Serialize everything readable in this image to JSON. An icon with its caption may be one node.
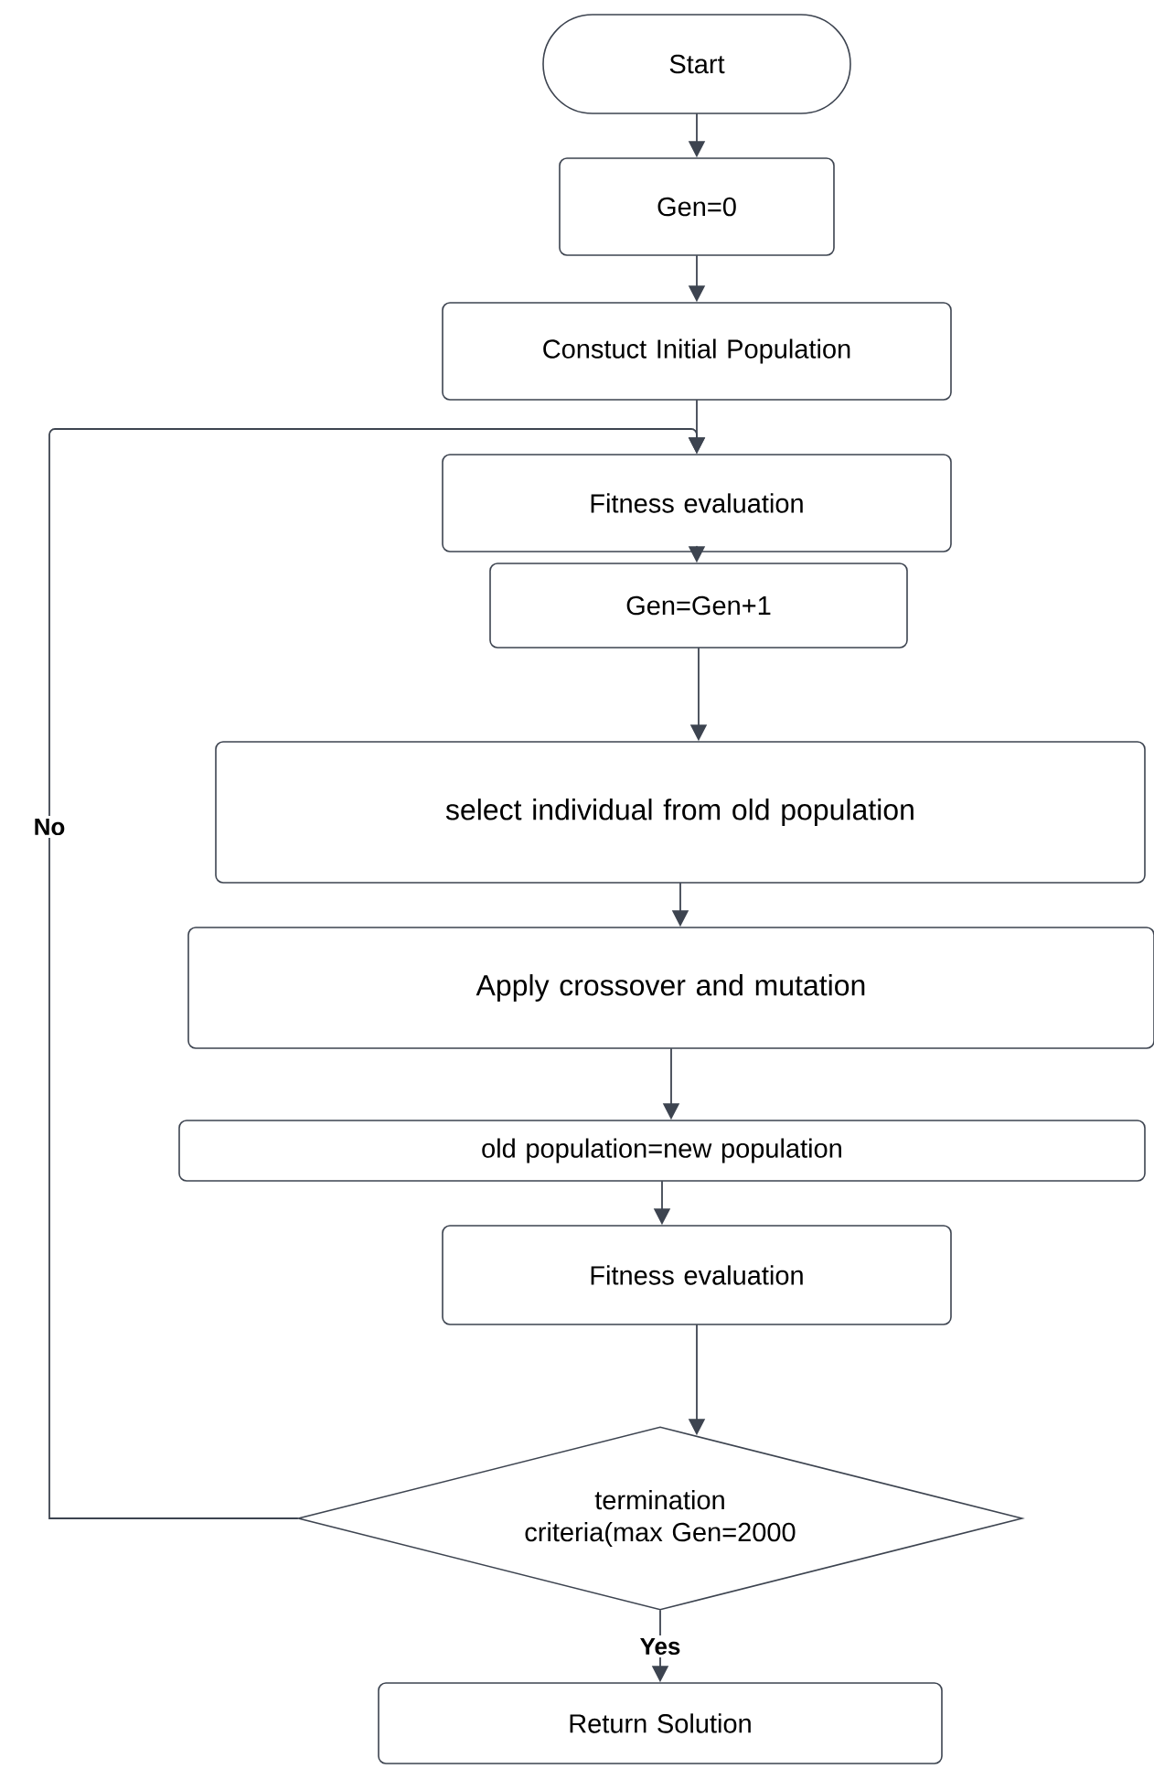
{
  "diagram": {
    "nodes": [
      {
        "text": [
          "Start"
        ]
      },
      {
        "text": [
          "Gen=0"
        ]
      },
      {
        "text": [
          "Constuct Initial Population"
        ]
      },
      {
        "text": [
          "Fitness evaluation"
        ]
      },
      {
        "text": [
          "Gen=Gen+1"
        ]
      },
      {
        "text": [
          "select individual from old population"
        ]
      },
      {
        "text": [
          "Apply crossover and mutation"
        ]
      },
      {
        "text": [
          "old population=new population"
        ]
      },
      {
        "text": [
          "Fitness evaluation"
        ]
      },
      {
        "text": [
          "termination criteria(max Gen=2000"
        ]
      },
      {
        "text": [
          "Return Solution"
        ]
      }
    ],
    "edges": [
      {
        "from": 0,
        "to": 1,
        "arrow": "to"
      },
      {
        "from": 1,
        "to": 2,
        "arrow": "to"
      },
      {
        "from": 2,
        "to": 3,
        "arrow": "to"
      },
      {
        "from": 3,
        "to": 4,
        "arrow": "to"
      },
      {
        "from": 4,
        "to": 5,
        "arrow": "to"
      },
      {
        "from": 5,
        "to": 6,
        "arrow": "to"
      },
      {
        "from": 6,
        "to": 7,
        "arrow": "to"
      },
      {
        "from": 7,
        "to": 8,
        "arrow": "to"
      },
      {
        "from": 8,
        "to": 9,
        "arrow": "to"
      },
      {
        "from": 9,
        "to": 10,
        "arrow": "to",
        "label": "Yes"
      },
      {
        "from": 9,
        "to": 3,
        "arrow": "to",
        "label": "No"
      }
    ]
  }
}
